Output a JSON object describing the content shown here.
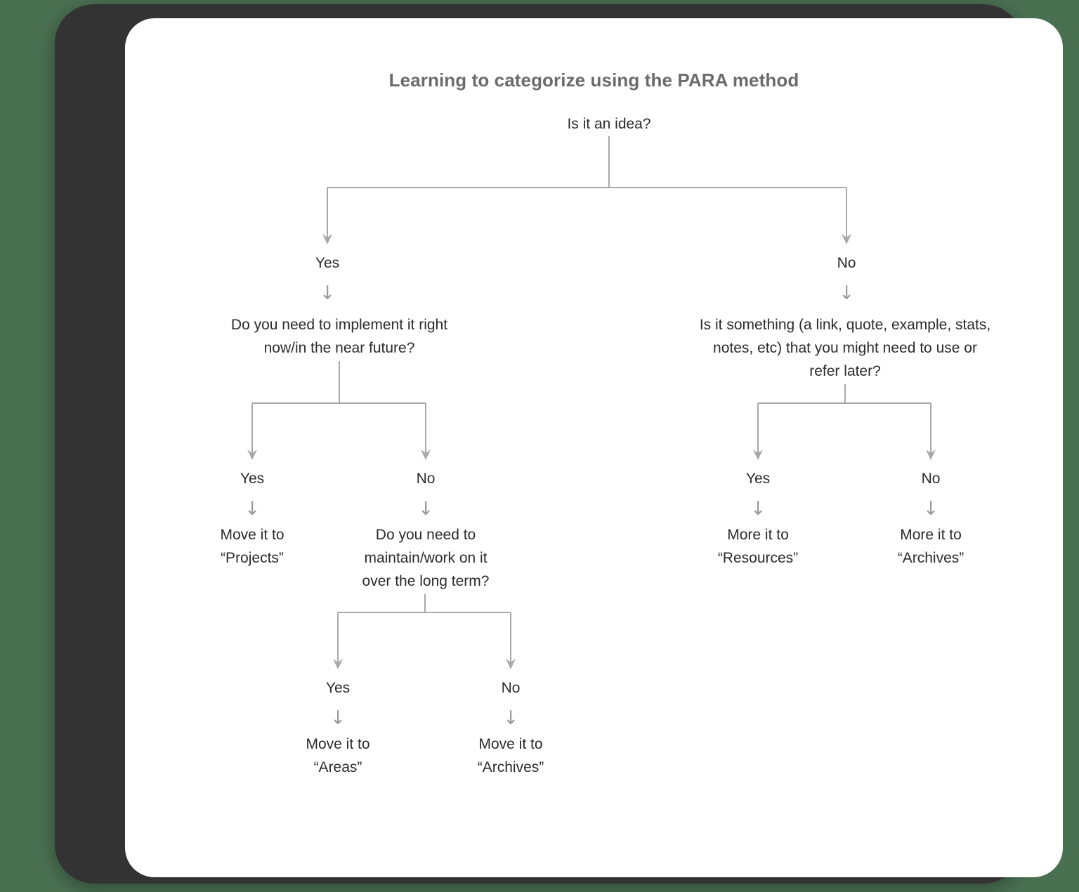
{
  "theme": {
    "page_background": "#4a7052",
    "frame_color": "#333333",
    "canvas_background": "#ffffff",
    "title_color": "#6b6b6b",
    "text_color": "#2b2b2b",
    "connector_color": "#a8a8a8",
    "arrow_glyph_color": "#9a9a9a"
  },
  "chart": {
    "title": "Learning to categorize using the PARA method",
    "type": "decision-tree-flowchart",
    "arrow_glyph": "↓",
    "root": {
      "id": "q-idea",
      "text": "Is it an idea?"
    },
    "labels": {
      "yes": "Yes",
      "no": "No"
    },
    "nodes": [
      {
        "id": "q-idea",
        "text": "Is it an idea?",
        "kind": "question",
        "level": 0
      },
      {
        "id": "b1-yes",
        "text": "Yes",
        "kind": "branch-label",
        "level": 1
      },
      {
        "id": "b1-no",
        "text": "No",
        "kind": "branch-label",
        "level": 1
      },
      {
        "id": "q-implement",
        "text": "Do you need to implement it right\nnow/in the near future?",
        "kind": "question",
        "level": 2
      },
      {
        "id": "q-refer",
        "text": "Is it something (a link, quote, example, stats,\nnotes, etc) that you might need to use or\nrefer later?",
        "kind": "question",
        "level": 2
      },
      {
        "id": "b2-yes",
        "text": "Yes",
        "kind": "branch-label",
        "level": 3
      },
      {
        "id": "b2-no",
        "text": "No",
        "kind": "branch-label",
        "level": 3
      },
      {
        "id": "b3-yes",
        "text": "Yes",
        "kind": "branch-label",
        "level": 3
      },
      {
        "id": "b3-no",
        "text": "No",
        "kind": "branch-label",
        "level": 3
      },
      {
        "id": "r-projects",
        "text": "Move it to\n“Projects”",
        "kind": "result",
        "level": 4
      },
      {
        "id": "q-maintain",
        "text": "Do you need to\nmaintain/work on it\nover the long term?",
        "kind": "question",
        "level": 4
      },
      {
        "id": "r-resources",
        "text": "More it to\n“Resources”",
        "kind": "result",
        "level": 4
      },
      {
        "id": "r-archives-right",
        "text": "More it to\n“Archives”",
        "kind": "result",
        "level": 4
      },
      {
        "id": "b4-yes",
        "text": "Yes",
        "kind": "branch-label",
        "level": 5
      },
      {
        "id": "b4-no",
        "text": "No",
        "kind": "branch-label",
        "level": 5
      },
      {
        "id": "r-areas",
        "text": "Move it to\n“Areas”",
        "kind": "result",
        "level": 6
      },
      {
        "id": "r-archives-bottom",
        "text": "Move it to\n“Archives”",
        "kind": "result",
        "level": 6
      }
    ],
    "edges": [
      {
        "from": "q-idea",
        "to": "b1-yes",
        "label": "Yes"
      },
      {
        "from": "q-idea",
        "to": "b1-no",
        "label": "No"
      },
      {
        "from": "b1-yes",
        "to": "q-implement",
        "label": ""
      },
      {
        "from": "b1-no",
        "to": "q-refer",
        "label": ""
      },
      {
        "from": "q-implement",
        "to": "b2-yes",
        "label": "Yes"
      },
      {
        "from": "q-implement",
        "to": "b2-no",
        "label": "No"
      },
      {
        "from": "b2-yes",
        "to": "r-projects",
        "label": ""
      },
      {
        "from": "b2-no",
        "to": "q-maintain",
        "label": ""
      },
      {
        "from": "q-refer",
        "to": "b3-yes",
        "label": "Yes"
      },
      {
        "from": "q-refer",
        "to": "b3-no",
        "label": "No"
      },
      {
        "from": "b3-yes",
        "to": "r-resources",
        "label": ""
      },
      {
        "from": "b3-no",
        "to": "r-archives-right",
        "label": ""
      },
      {
        "from": "q-maintain",
        "to": "b4-yes",
        "label": "Yes"
      },
      {
        "from": "q-maintain",
        "to": "b4-no",
        "label": "No"
      },
      {
        "from": "b4-yes",
        "to": "r-areas",
        "label": ""
      },
      {
        "from": "b4-no",
        "to": "r-archives-bottom",
        "label": ""
      }
    ]
  },
  "chart_data": {
    "type": "table",
    "title": "Learning to categorize using the PARA method",
    "categories": [
      "Projects",
      "Areas",
      "Resources",
      "Archives"
    ],
    "paths": [
      {
        "answers": [
          "Yes",
          "Yes"
        ],
        "outcome": "Move it to “Projects”"
      },
      {
        "answers": [
          "Yes",
          "No",
          "Yes"
        ],
        "outcome": "Move it to “Areas”"
      },
      {
        "answers": [
          "Yes",
          "No",
          "No"
        ],
        "outcome": "Move it to “Archives”"
      },
      {
        "answers": [
          "No",
          "Yes"
        ],
        "outcome": "More it to “Resources”"
      },
      {
        "answers": [
          "No",
          "No"
        ],
        "outcome": "More it to “Archives”"
      }
    ]
  }
}
